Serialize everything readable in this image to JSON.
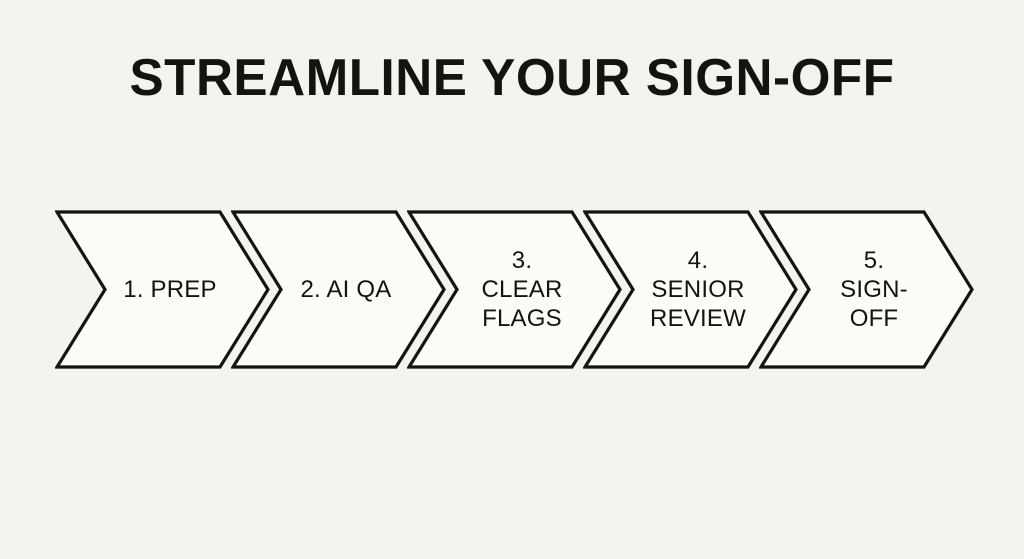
{
  "slide": {
    "title": "STREAMLINE YOUR SIGN-OFF",
    "background_color": "#F4F3EE",
    "shape_fill_color": "#FDFDF8",
    "outline_color": "#14130F",
    "text_color": "#14130F"
  },
  "process_flow": {
    "step_count": 5,
    "steps": [
      {
        "number": "1.",
        "label": "1. PREP",
        "lines": [
          "1. PREP"
        ]
      },
      {
        "number": "2.",
        "label": "2. AI QA",
        "lines": [
          "2. AI QA"
        ]
      },
      {
        "number": "3.",
        "label": "3. CLEAR FLAGS",
        "lines": [
          "3.",
          "CLEAR",
          "FLAGS"
        ]
      },
      {
        "number": "4.",
        "label": "4. SENIOR REVIEW",
        "lines": [
          "4.",
          "SENIOR",
          "REVIEW"
        ]
      },
      {
        "number": "5.",
        "label": "5. SIGN-OFF",
        "lines": [
          "5.",
          "SIGN-",
          "OFF"
        ]
      }
    ]
  }
}
